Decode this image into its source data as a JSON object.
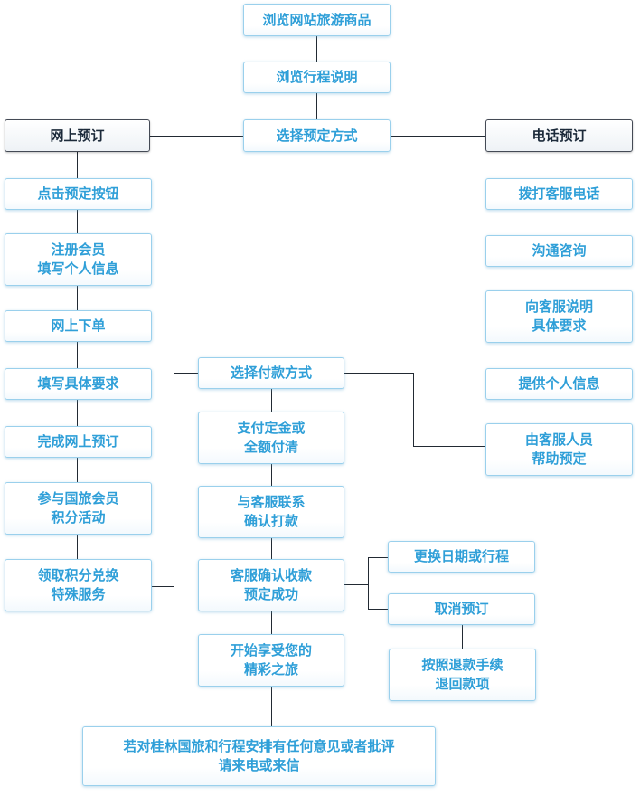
{
  "flow": {
    "top": {
      "browse_products": "浏览网站旅游商品",
      "browse_itinerary": "浏览行程说明",
      "choose_booking_method": "选择预定方式"
    },
    "online": {
      "title": "网上预订",
      "steps": [
        [
          "点击预定按钮"
        ],
        [
          "注册会员",
          "填写个人信息"
        ],
        [
          "网上下单"
        ],
        [
          "填写具体要求"
        ],
        [
          "完成网上预订"
        ],
        [
          "参与国旅会员",
          "积分活动"
        ],
        [
          "领取积分兑换",
          "特殊服务"
        ]
      ]
    },
    "phone": {
      "title": "电话预订",
      "steps": [
        [
          "拨打客服电话"
        ],
        [
          "沟通咨询"
        ],
        [
          "向客服说明",
          "具体要求"
        ],
        [
          "提供个人信息"
        ],
        [
          "由客服人员",
          "帮助预定"
        ]
      ]
    },
    "payment": {
      "steps": [
        [
          "选择付款方式"
        ],
        [
          "支付定金或",
          "全额付清"
        ],
        [
          "与客服联系",
          "确认打款"
        ],
        [
          "客服确认收款",
          "预定成功"
        ],
        [
          "开始享受您的",
          "精彩之旅"
        ]
      ]
    },
    "changes": {
      "change_dates": "更换日期或行程",
      "cancel": "取消预订",
      "refund": [
        "按照退款手续",
        "退回款项"
      ]
    },
    "feedback": [
      "若对桂林国旅和行程安排有任何意见或者批评",
      "请来电或来信"
    ]
  }
}
